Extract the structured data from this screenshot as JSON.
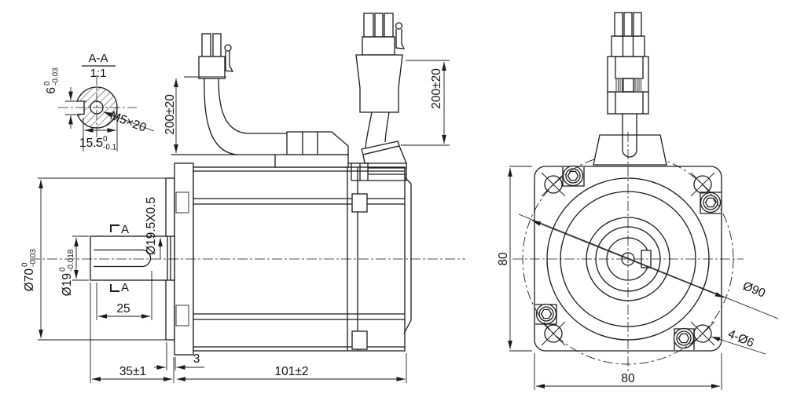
{
  "section_view": {
    "title": "A-A",
    "scale": "1:1",
    "keyway_width": {
      "value": "6",
      "tol_sup": "0",
      "tol_sub": "-0.03"
    },
    "keyway_depth": {
      "value": "15.5",
      "tol_sup": "0",
      "tol_sub": "-0.1"
    },
    "thread_label": "M5×20"
  },
  "side_view": {
    "cable_length_left": "200±20",
    "cable_length_right": "200±20",
    "ring_groove_label": "Ø19.5X0.5",
    "shaft_diameter": {
      "value": "Ø19",
      "tol_sup": "0",
      "tol_sub": "-0.018"
    },
    "pilot_diameter": {
      "value": "Ø70",
      "tol_sup": "0",
      "tol_sub": "-0.03"
    },
    "section_cut_label_top": "A",
    "section_cut_label_bottom": "A",
    "keyway_length": "25",
    "shaft_extension": "35±1",
    "pilot_depth": "3",
    "body_length": "101±2"
  },
  "front_view": {
    "flange_height": "80",
    "flange_width": "80",
    "bolt_circle_diameter": "Ø90",
    "mounting_holes": "4-Ø6"
  },
  "colors": {
    "line_color": "#1a1a1a",
    "background": "#ffffff",
    "text_color": "#111111"
  }
}
